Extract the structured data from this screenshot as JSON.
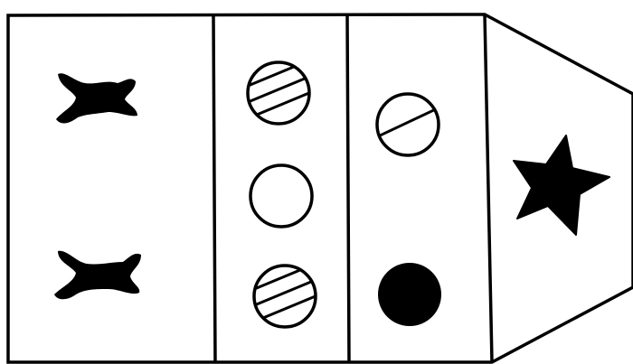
{
  "colors": {
    "background": "#ffffff",
    "ink": "#000000"
  },
  "panels": [
    {
      "shapes": [
        {
          "icon": "bowtie-blob-icon",
          "fill": "solid"
        },
        {
          "icon": "bowtie-blob-icon",
          "fill": "solid"
        }
      ]
    },
    {
      "shapes": [
        {
          "icon": "circle-icon",
          "fill": "three-diagonal-stripes"
        },
        {
          "icon": "circle-icon",
          "fill": "empty"
        },
        {
          "icon": "circle-icon",
          "fill": "three-diagonal-stripes"
        }
      ]
    },
    {
      "shapes": [
        {
          "icon": "circle-icon",
          "fill": "one-diagonal-stripe"
        },
        {
          "icon": "circle-icon",
          "fill": "solid"
        }
      ]
    },
    {
      "shapes": [
        {
          "icon": "star-icon",
          "fill": "solid"
        }
      ]
    }
  ]
}
